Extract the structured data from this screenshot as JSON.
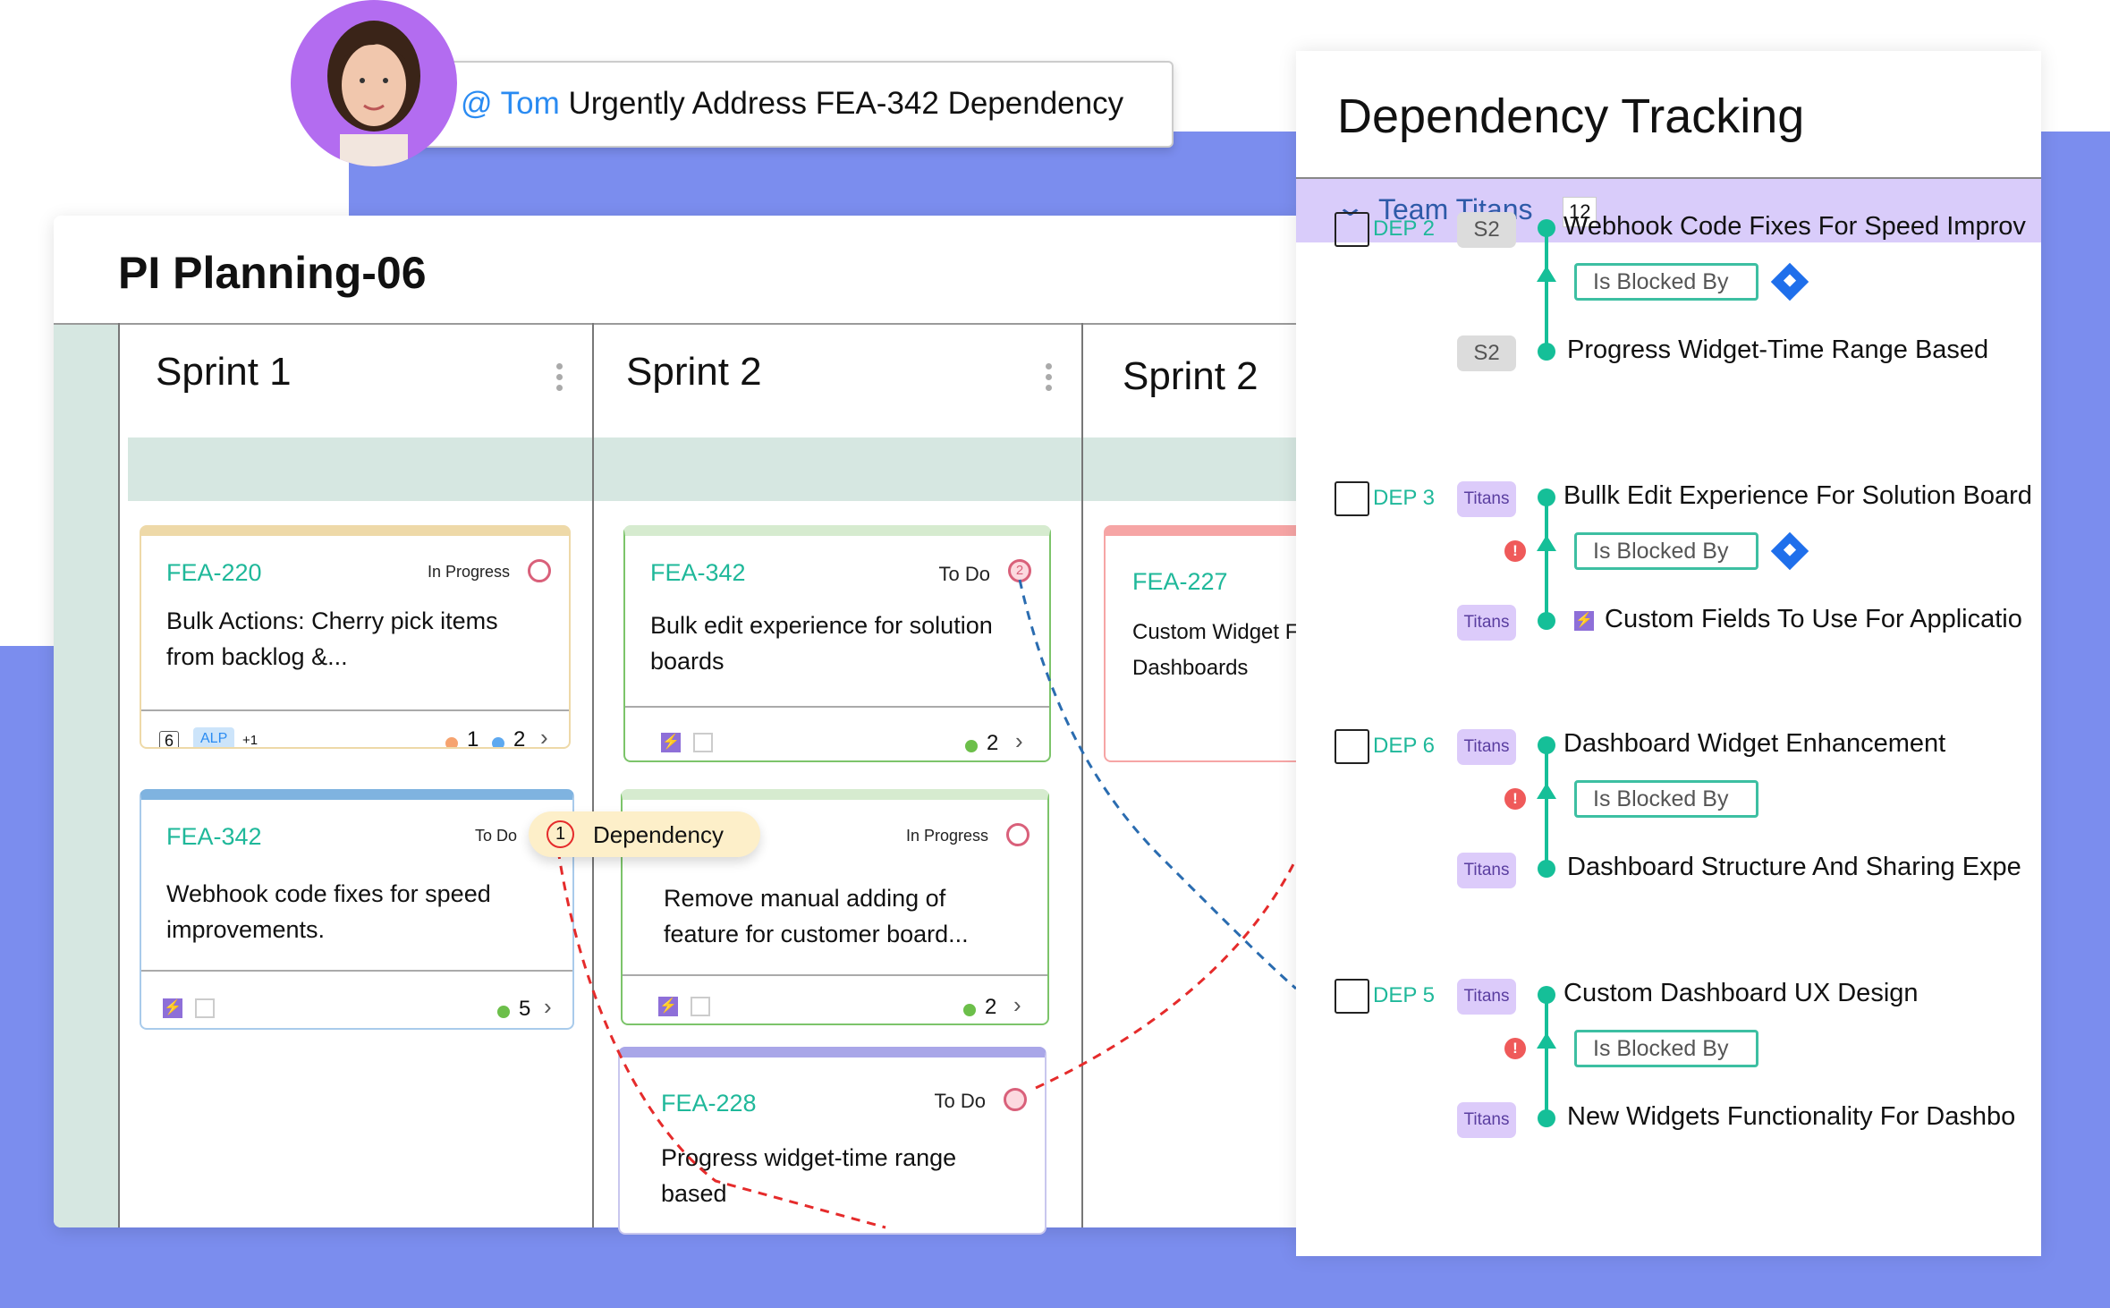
{
  "colors": {
    "accent_bg": "#7B8DEE",
    "teal": "#1FB89A",
    "timeline": "#15BF98",
    "team_bar": "#D9CCFA"
  },
  "notification": {
    "mention": "@ Tom",
    "message": "Urgently Address FEA-342 Dependency"
  },
  "board": {
    "title": "PI Planning-06",
    "sprints": [
      {
        "label": "Sprint 1"
      },
      {
        "label": "Sprint 2"
      },
      {
        "label": "Sprint 2"
      }
    ],
    "cards": [
      {
        "id": "FEA-220",
        "status": "In Progress",
        "title": "Bulk Actions: Cherry pick items from backlog &...",
        "badge_num": "6",
        "badge_tag": "ALP",
        "extra": "+1",
        "count_a": "1",
        "count_b": "2"
      },
      {
        "id": "FEA-342",
        "status": "To Do",
        "status_count": "2",
        "title": "Bulk edit experience for solution boards",
        "count": "2"
      },
      {
        "id": "FEA-342",
        "status": "To Do",
        "title": "Webhook code fixes for speed improvements.",
        "count": "5"
      },
      {
        "id": "",
        "status": "In Progress",
        "title": "Remove manual adding of feature for customer board...",
        "count": "2"
      },
      {
        "id": "FEA-228",
        "status": "To Do",
        "title": "Progress widget-time range based"
      },
      {
        "id": "FEA-227",
        "title": "Custom Widget For Dashboards"
      }
    ],
    "dependency_pill": {
      "count": "1",
      "label": "Dependency"
    }
  },
  "panel": {
    "title": "Dependency Tracking",
    "team": {
      "name": "Team Titans",
      "count": "12"
    },
    "relation_label": "Is Blocked By",
    "deps": [
      {
        "id": "DEP 2",
        "from_tag": "S2",
        "from": "Webhook Code Fixes For Speed Improv",
        "to_tag": "S2",
        "to": "Progress Widget-Time Range Based",
        "warning": false,
        "jira": true
      },
      {
        "id": "DEP 3",
        "from_tag": "Titans",
        "from": "Bullk Edit Experience For Solution Board",
        "to_tag": "Titans",
        "to": "Custom Fields To Use For Applicatio",
        "warning": true,
        "jira": true
      },
      {
        "id": "DEP 6",
        "from_tag": "Titans",
        "from": "Dashboard Widget Enhancement",
        "to_tag": "Titans",
        "to": "Dashboard Structure And Sharing Expe",
        "warning": true,
        "jira": false
      },
      {
        "id": "DEP 5",
        "from_tag": "Titans",
        "from": "Custom Dashboard UX Design",
        "to_tag": "Titans",
        "to": "New Widgets Functionality For Dashbo",
        "warning": true,
        "jira": false
      }
    ]
  }
}
